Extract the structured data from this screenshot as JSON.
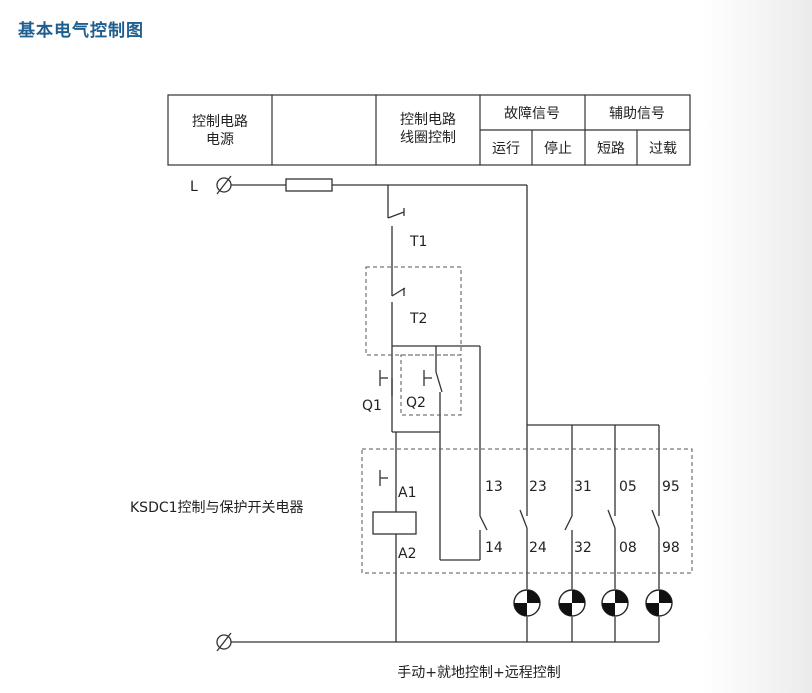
{
  "title": "基本电气控制图",
  "header": {
    "col1_line1": "控制电路",
    "col1_line2": "电源",
    "col3_line1": "控制电路",
    "col3_line2": "线圈控制",
    "fault": "故障信号",
    "aux": "辅助信号",
    "run": "运行",
    "stop": "停止",
    "short": "短路",
    "overload": "过载"
  },
  "labels": {
    "line": "L",
    "t1": "T1",
    "t2": "T2",
    "q1": "Q1",
    "q2": "Q2",
    "a1": "A1",
    "a2": "A2",
    "device": "KSDC1控制与保护开关电器"
  },
  "terminals": {
    "top": [
      "13",
      "23",
      "31",
      "05",
      "95"
    ],
    "bottom": [
      "14",
      "24",
      "32",
      "08",
      "98"
    ]
  },
  "caption": "手动+就地控制+远程控制"
}
